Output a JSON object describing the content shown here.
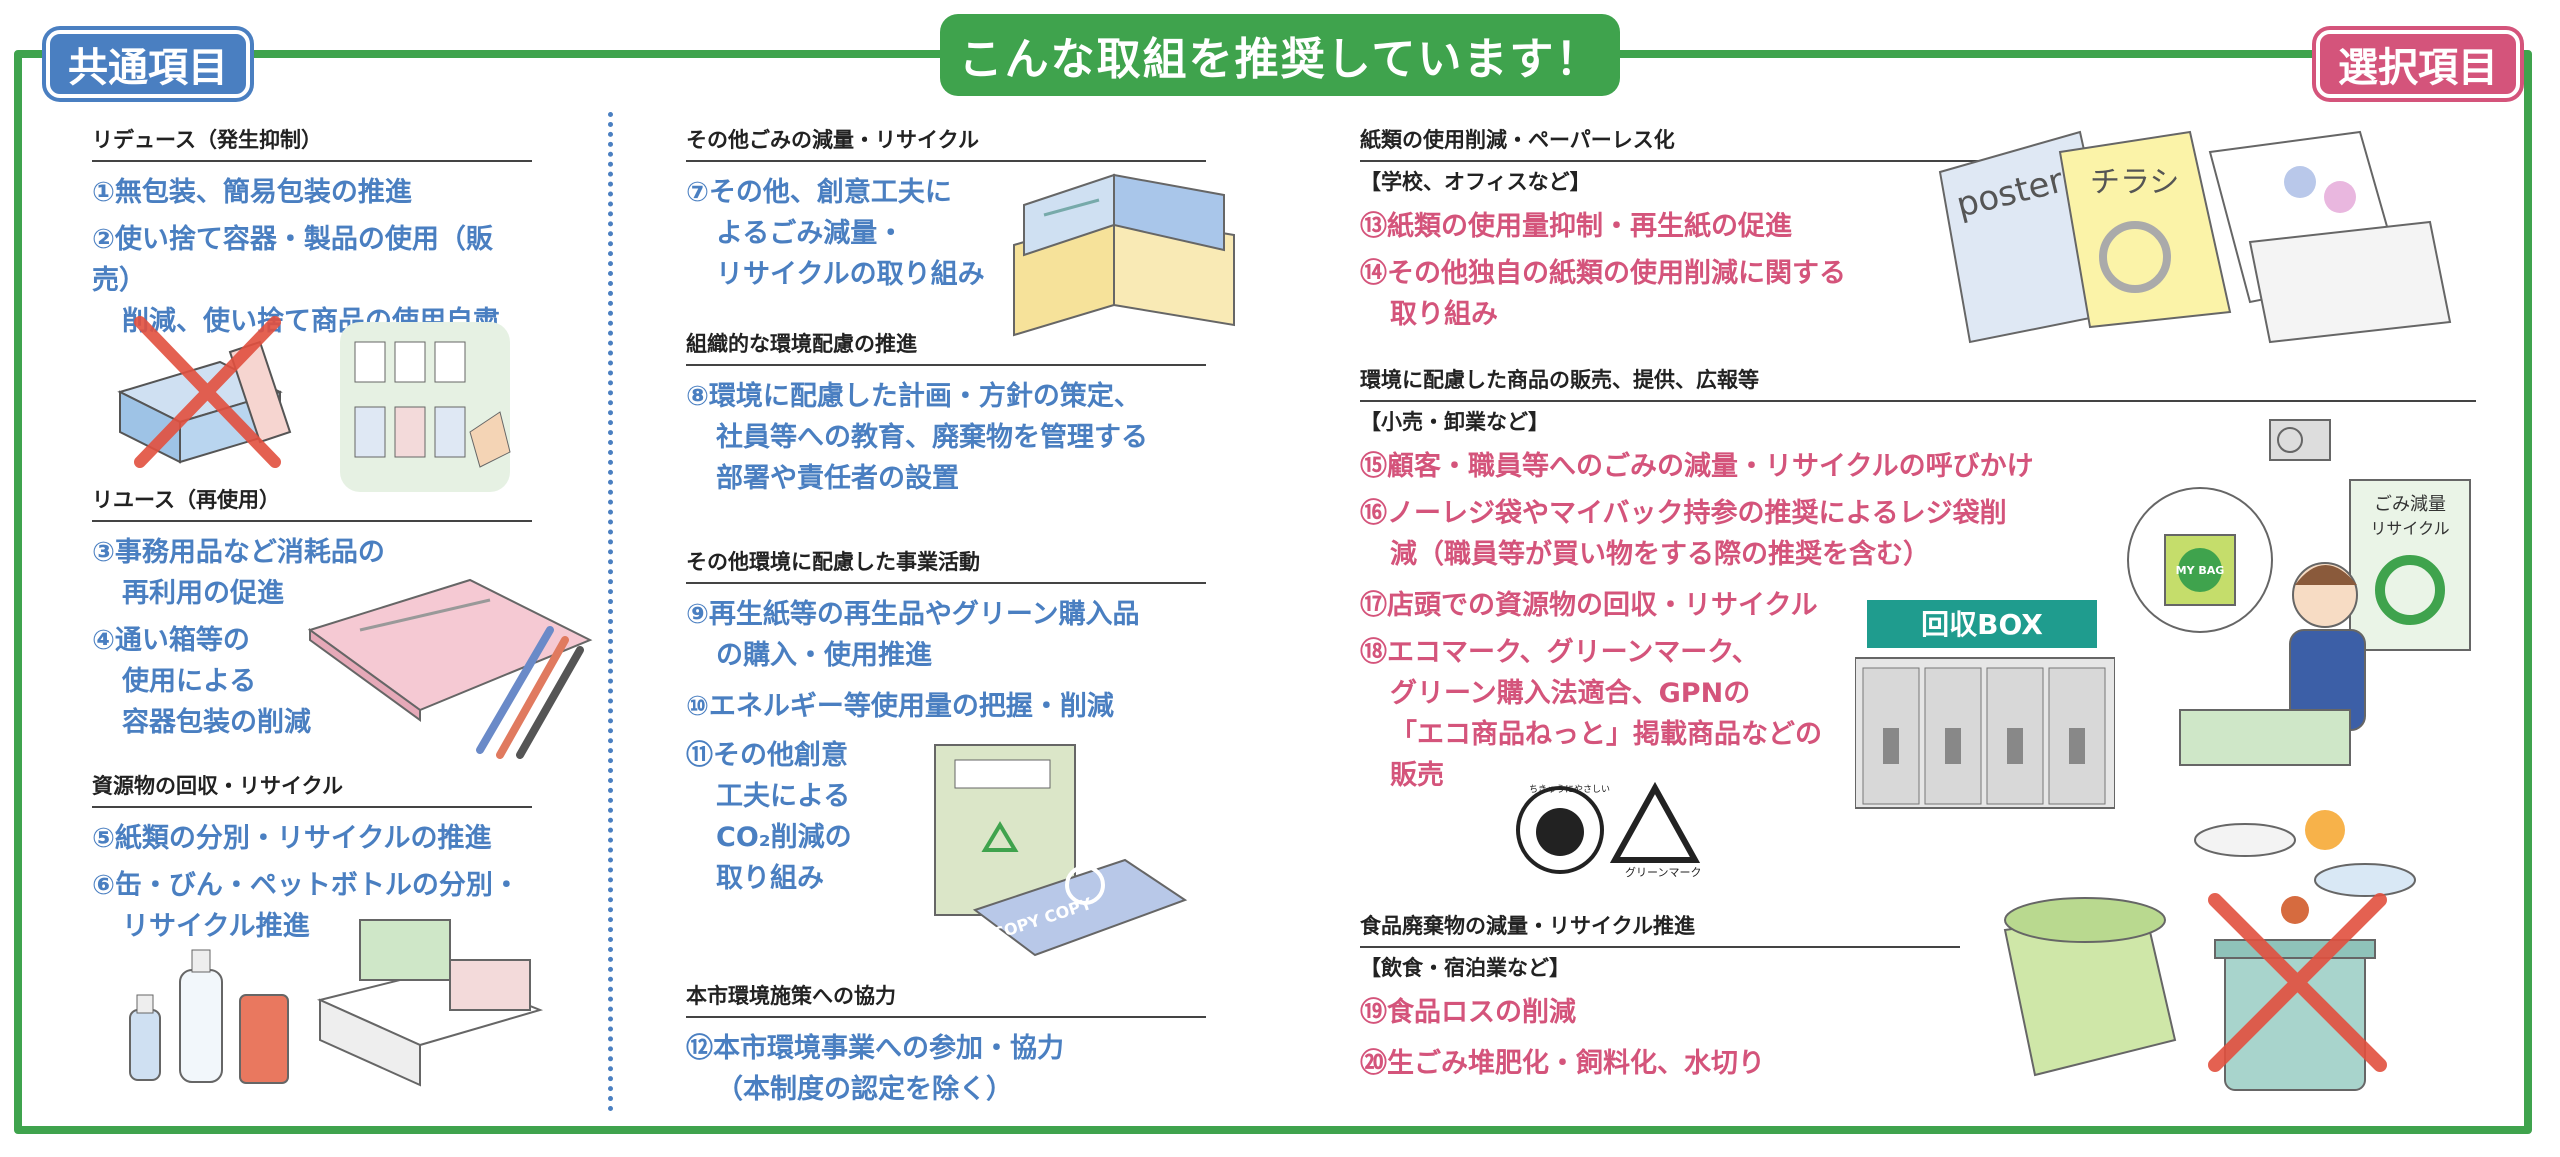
{
  "banner": "こんな取組を推奨しています！",
  "tags": {
    "common": "共通項目",
    "select": "選択項目"
  },
  "col1": {
    "s1": {
      "title": "リデュース（発生抑制）",
      "i1": "①無包装、簡易包装の推進",
      "i2a": "②使い捨て容器・製品の使用（販売）",
      "i2b": "削減、使い捨て商品の使用自粛"
    },
    "s2": {
      "title": "リユース（再使用）",
      "i3a": "③事務用品など消耗品の",
      "i3b": "再利用の促進",
      "i4a": "④通い箱等の",
      "i4b": "使用による",
      "i4c": "容器包装の削減"
    },
    "s3": {
      "title": "資源物の回収・リサイクル",
      "i5": "⑤紙類の分別・リサイクルの推進",
      "i6a": "⑥缶・びん・ペットボトルの分別・",
      "i6b": "リサイクル推進"
    }
  },
  "col2": {
    "s1": {
      "title": "その他ごみの減量・リサイクル",
      "i7a": "⑦その他、創意工夫に",
      "i7b": "よるごみ減量・",
      "i7c": "リサイクルの取り組み"
    },
    "s2": {
      "title": "組織的な環境配慮の推進",
      "i8a": "⑧環境に配慮した計画・方針の策定、",
      "i8b": "社員等への教育、廃棄物を管理する",
      "i8c": "部署や責任者の設置"
    },
    "s3": {
      "title": "その他環境に配慮した事業活動",
      "i9a": "⑨再生紙等の再生品やグリーン購入品",
      "i9b": "の購入・使用推進",
      "i10": "⑩エネルギー等使用量の把握・削減",
      "i11a": "⑪その他創意",
      "i11b": "工夫による",
      "i11c": "CO₂削減の",
      "i11d": "取り組み"
    },
    "s4": {
      "title": "本市環境施策への協力",
      "i12a": "⑫本市環境事業への参加・協力",
      "i12b": "（本制度の認定を除く）"
    },
    "copy_text": "COPY COPY"
  },
  "col3": {
    "s1": {
      "title": "紙類の使用削減・ペーパーレス化",
      "sub": "【学校、オフィスなど】",
      "i13": "⑬紙類の使用量抑制・再生紙の促進",
      "i14a": "⑭その他独自の紙類の使用削減に関する",
      "i14b": "取り組み"
    },
    "s2": {
      "title": "環境に配慮した商品の販売、提供、広報等",
      "sub": "【小売・卸業など】",
      "i15": "⑮顧客・職員等へのごみの減量・リサイクルの呼びかけ",
      "i16a": "⑯ノーレジ袋やマイバック持参の推奨によるレジ袋削",
      "i16b": "減（職員等が買い物をする際の推奨を含む）",
      "i17": "⑰店頭での資源物の回収・リサイクル",
      "i18a": "⑱エコマーク、グリーンマーク、",
      "i18b": "グリーン購入法適合、GPNの",
      "i18c": "「エコ商品ねっと」掲載商品などの",
      "i18d": "販売"
    },
    "s3": {
      "title": "食品廃棄物の減量・リサイクル推進",
      "sub": "【飲食・宿泊業など】",
      "i19": "⑲食品ロスの削減",
      "i20": "⑳生ごみ堆肥化・飼料化、水切り"
    },
    "poster": "poster",
    "chirashi": "チラシ",
    "box_label": "回収BOX",
    "bag_text": "MY BAG",
    "sign_a": "ごみ減量",
    "sign_b": "リサイクル",
    "green_mark": "グリーンマーク",
    "eco_mark": "ちきゅうにやさしい"
  }
}
